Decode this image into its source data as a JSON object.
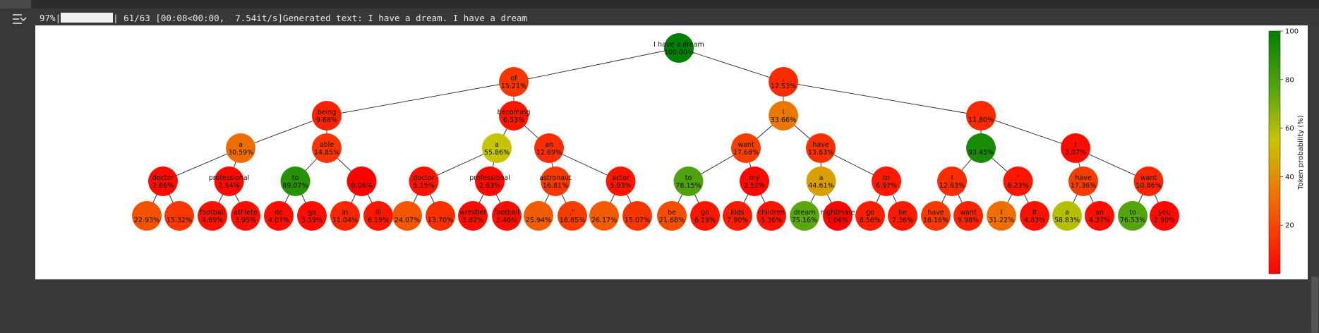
{
  "cell": {
    "progress_percent_text": "97%|",
    "progress_fraction": 0.97,
    "progress_rest": "| 61/63 [00:08<00:00,  7.54it/s]Generated text: I have a dream. I have a dream"
  },
  "tree": {
    "nodes": [
      {
        "id": "root",
        "label": "I have a dream",
        "pct": "100.00%",
        "p": 100,
        "parent": null
      },
      {
        "id": "n1",
        "label": "of",
        "pct": "15.21%",
        "p": 15.21,
        "parent": "root"
      },
      {
        "id": "n2",
        "label": ",",
        "pct": "12.53%",
        "p": 12.53,
        "parent": "root"
      },
      {
        "id": "n11",
        "label": "being",
        "pct": "9.68%",
        "p": 9.68,
        "parent": "n1"
      },
      {
        "id": "n12",
        "label": "becoming",
        "pct": "6.53%",
        "p": 6.53,
        "parent": "n1"
      },
      {
        "id": "n21",
        "label": "I",
        "pct": "33.66%",
        "p": 33.66,
        "parent": "n2"
      },
      {
        "id": "n22",
        "label": "",
        "pct": "11.80%",
        "p": 11.8,
        "parent": "n2"
      },
      {
        "id": "n111",
        "label": "a",
        "pct": "30.59%",
        "p": 30.59,
        "parent": "n11"
      },
      {
        "id": "n112",
        "label": "able",
        "pct": "14.85%",
        "p": 14.85,
        "parent": "n11"
      },
      {
        "id": "n121",
        "label": "a",
        "pct": "55.86%",
        "p": 55.86,
        "parent": "n12"
      },
      {
        "id": "n122",
        "label": "an",
        "pct": "12.69%",
        "p": 12.69,
        "parent": "n12"
      },
      {
        "id": "n211",
        "label": "want",
        "pct": "17.68%",
        "p": 17.68,
        "parent": "n21"
      },
      {
        "id": "n212",
        "label": "have",
        "pct": "13.63%",
        "p": 13.63,
        "parent": "n21"
      },
      {
        "id": "n221",
        "label": "",
        "pct": "93.45%",
        "p": 93.45,
        "parent": "n22"
      },
      {
        "id": "n222",
        "label": "I",
        "pct": "3.07%",
        "p": 3.07,
        "parent": "n22"
      },
      {
        "id": "a1",
        "label": "doctor",
        "pct": "2.86%",
        "p": 2.86,
        "parent": "n111"
      },
      {
        "id": "a2",
        "label": "professional",
        "pct": "2.54%",
        "p": 2.54,
        "parent": "n111"
      },
      {
        "id": "a3",
        "label": "to",
        "pct": "89.07%",
        "p": 89.07,
        "parent": "n112"
      },
      {
        "id": "a4",
        "label": "",
        "pct": "0.06%",
        "p": 0.06,
        "parent": "n112"
      },
      {
        "id": "a5",
        "label": "doctor",
        "pct": "5.15%",
        "p": 5.15,
        "parent": "n121"
      },
      {
        "id": "a6",
        "label": "professional",
        "pct": "2.63%",
        "p": 2.63,
        "parent": "n121"
      },
      {
        "id": "a7",
        "label": "astronaut",
        "pct": "16.81%",
        "p": 16.81,
        "parent": "n122"
      },
      {
        "id": "a8",
        "label": "actor",
        "pct": "5.93%",
        "p": 5.93,
        "parent": "n122"
      },
      {
        "id": "a9",
        "label": "to",
        "pct": "78.15%",
        "p": 78.15,
        "parent": "n211"
      },
      {
        "id": "a10",
        "label": "my",
        "pct": "2.52%",
        "p": 2.52,
        "parent": "n211"
      },
      {
        "id": "a11",
        "label": "a",
        "pct": "44.61%",
        "p": 44.61,
        "parent": "n212"
      },
      {
        "id": "a12",
        "label": "to",
        "pct": "6.97%",
        "p": 6.97,
        "parent": "n212"
      },
      {
        "id": "a13",
        "label": "I",
        "pct": "12.63%",
        "p": 12.63,
        "parent": "n221"
      },
      {
        "id": "a14",
        "label": "\"",
        "pct": "6.23%",
        "p": 6.23,
        "parent": "n221"
      },
      {
        "id": "a15",
        "label": "have",
        "pct": "17.36%",
        "p": 17.36,
        "parent": "n222"
      },
      {
        "id": "a16",
        "label": "want",
        "pct": "10.86%",
        "p": 10.86,
        "parent": "n222"
      },
      {
        "id": "b1",
        "label": "",
        "pct": "22.93%",
        "p": 22.93,
        "parent": "a1"
      },
      {
        "id": "b2",
        "label": "",
        "pct": "15.32%",
        "p": 15.32,
        "parent": "a1"
      },
      {
        "id": "b3",
        "label": "football",
        "pct": "4.69%",
        "p": 4.69,
        "parent": "a2"
      },
      {
        "id": "b4",
        "label": "athlete",
        "pct": "3.95%",
        "p": 3.95,
        "parent": "a2"
      },
      {
        "id": "b5",
        "label": "do",
        "pct": "4.07%",
        "p": 4.07,
        "parent": "a3"
      },
      {
        "id": "b6",
        "label": "go",
        "pct": "3.59%",
        "p": 3.59,
        "parent": "a3"
      },
      {
        "id": "b7",
        "label": "in",
        "pct": "11.04%",
        "p": 11.04,
        "parent": "a4"
      },
      {
        "id": "b8",
        "label": "ill",
        "pct": "6.19%",
        "p": 6.19,
        "parent": "a4"
      },
      {
        "id": "b9",
        "label": "",
        "pct": "24.07%",
        "p": 24.07,
        "parent": "a5"
      },
      {
        "id": "b10",
        "label": "",
        "pct": "13.70%",
        "p": 13.7,
        "parent": "a5"
      },
      {
        "id": "b11",
        "label": "wrestler",
        "pct": "3.82%",
        "p": 3.82,
        "parent": "a6"
      },
      {
        "id": "b12",
        "label": "football",
        "pct": "3.46%",
        "p": 3.46,
        "parent": "a6"
      },
      {
        "id": "b13",
        "label": "",
        "pct": "25.94%",
        "p": 25.94,
        "parent": "a7"
      },
      {
        "id": "b14",
        "label": ",\"",
        "pct": "16.85%",
        "p": 16.85,
        "parent": "a7"
      },
      {
        "id": "b15",
        "label": "",
        "pct": "26.17%",
        "p": 26.17,
        "parent": "a8"
      },
      {
        "id": "b16",
        "label": "",
        "pct": "15.07%",
        "p": 15.07,
        "parent": "a8"
      },
      {
        "id": "b17",
        "label": "be",
        "pct": "21.68%",
        "p": 21.68,
        "parent": "a9"
      },
      {
        "id": "b18",
        "label": "go",
        "pct": "6.19%",
        "p": 6.19,
        "parent": "a9"
      },
      {
        "id": "b19",
        "label": "kids",
        "pct": "7.90%",
        "p": 7.9,
        "parent": "a10"
      },
      {
        "id": "b20",
        "label": "children",
        "pct": "5.36%",
        "p": 5.36,
        "parent": "a10"
      },
      {
        "id": "b21",
        "label": "dream",
        "pct": "75.16%",
        "p": 75.16,
        "parent": "a11"
      },
      {
        "id": "b22",
        "label": "nightmare",
        "pct": "1.06%",
        "p": 1.06,
        "parent": "a11"
      },
      {
        "id": "b23",
        "label": "go",
        "pct": "8.56%",
        "p": 8.56,
        "parent": "a12"
      },
      {
        "id": "b24",
        "label": "be",
        "pct": "7.36%",
        "p": 7.36,
        "parent": "a12"
      },
      {
        "id": "b25",
        "label": "have",
        "pct": "16.16%",
        "p": 16.16,
        "parent": "a13"
      },
      {
        "id": "b26",
        "label": "want",
        "pct": "9.98%",
        "p": 9.98,
        "parent": "a13"
      },
      {
        "id": "b27",
        "label": "I",
        "pct": "31.22%",
        "p": 31.22,
        "parent": "a14"
      },
      {
        "id": "b28",
        "label": "It",
        "pct": "4.83%",
        "p": 4.83,
        "parent": "a14"
      },
      {
        "id": "b29",
        "label": "a",
        "pct": "58.83%",
        "p": 58.83,
        "parent": "a15"
      },
      {
        "id": "b30",
        "label": "an",
        "pct": "4.37%",
        "p": 4.37,
        "parent": "a15"
      },
      {
        "id": "b31",
        "label": "to",
        "pct": "76.53%",
        "p": 76.53,
        "parent": "a16"
      },
      {
        "id": "b32",
        "label": "you",
        "pct": "2.90%",
        "p": 2.9,
        "parent": "a16"
      }
    ]
  },
  "colorbar": {
    "label": "Token probability (%)",
    "ticks": [
      "20",
      "40",
      "60",
      "80",
      "100"
    ],
    "tick_values": [
      20,
      40,
      60,
      80,
      100
    ],
    "range": [
      0,
      100
    ],
    "colors": {
      "low": "#ff0000",
      "mid_low": "#f06a00",
      "mid": "#c9c500",
      "mid_high": "#5aa60f",
      "high": "#008000"
    }
  }
}
